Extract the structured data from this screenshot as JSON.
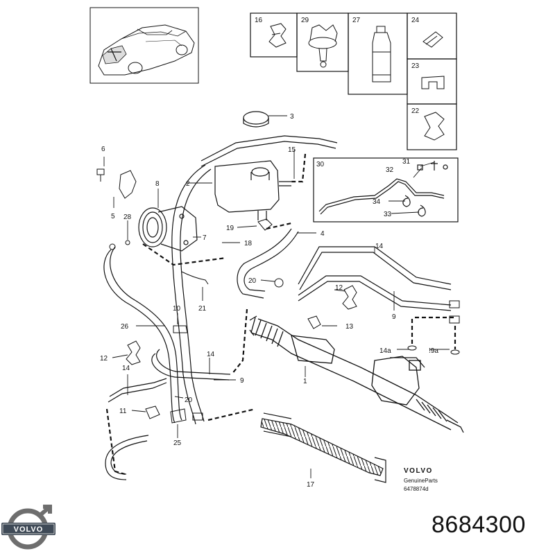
{
  "part_number": "8684300",
  "brand": {
    "logo_text": "VOLVO",
    "name": "VOLVO",
    "genuine_parts": "GenuineParts",
    "document_number": "6478874d"
  },
  "inset_labels": {
    "i16": "16",
    "i29": "29",
    "i27": "27",
    "i24": "24",
    "i23": "23",
    "i22": "22",
    "i30": "30"
  },
  "callouts": {
    "c1": "1",
    "c2": "2",
    "c3": "3",
    "c4": "4",
    "c5": "5",
    "c6": "6",
    "c7": "7",
    "c8": "8",
    "c9a": "9",
    "c9b": "9",
    "c9c": "!9a",
    "c10": "10",
    "c11": "11",
    "c12a": "12",
    "c12b": "12",
    "c13": "13",
    "c14a": "14",
    "c14b": "14",
    "c14c": "14",
    "c14d": "14a",
    "c15": "15",
    "c17": "17",
    "c18": "18",
    "c19": "19",
    "c20a": "20",
    "c20b": "20",
    "c21": "21",
    "c25": "25",
    "c26": "26",
    "c28": "28",
    "c31": "31",
    "c32": "32",
    "c33": "33",
    "c34": "34"
  },
  "colors": {
    "line": "#111111",
    "logo_ring": "#6e6e6e",
    "logo_band": "#3f4a57"
  }
}
